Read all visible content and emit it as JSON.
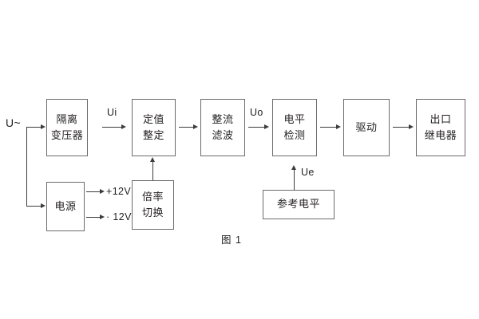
{
  "figure": {
    "caption": "图 1",
    "input_label": "U~",
    "blocks": {
      "isolation_transformer": {
        "line1": "隔离",
        "line2": "变压器"
      },
      "setting_value": {
        "line1": "定值",
        "line2": "整定"
      },
      "rectify_filter": {
        "line1": "整流",
        "line2": "滤波"
      },
      "level_detect": {
        "line1": "电平",
        "line2": "检测"
      },
      "drive": {
        "line1": "驱动"
      },
      "output_relay": {
        "line1": "出口",
        "line2": "继电器"
      },
      "power_supply": {
        "line1": "电源"
      },
      "multiplier_switch": {
        "line1": "倍率",
        "line2": "切换"
      },
      "reference_level": {
        "line1": "参考电平"
      }
    },
    "signals": {
      "ui": "Ui",
      "uo": "Uo",
      "ue": "Ue",
      "supply_positive": "+12V",
      "supply_negative": "· 12V"
    },
    "colors": {
      "box_border": "#6b6b6b",
      "connector": "#3c3c3c",
      "text": "#231f20",
      "background": "#ffffff"
    }
  }
}
